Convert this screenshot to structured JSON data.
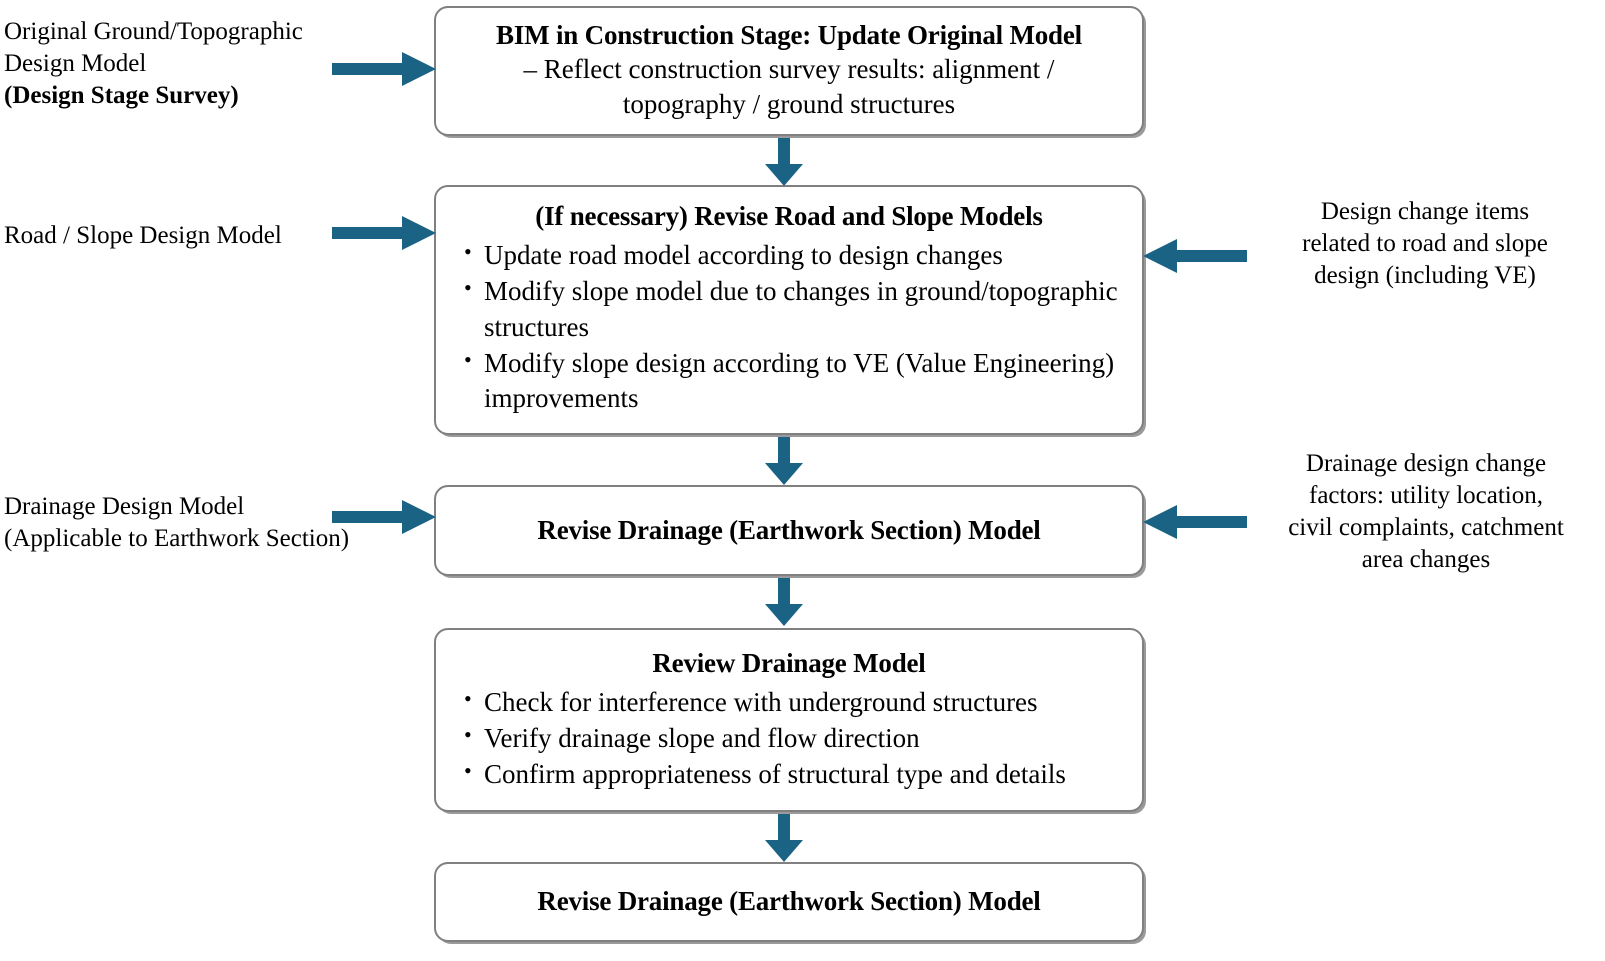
{
  "diagram": {
    "title": "BIM drainage model update workflow in construction stage",
    "accent_color": "#1A6384",
    "box_border_color": "#808080",
    "background_color": "#FFFFFF",
    "text_color": "#000000"
  },
  "boxes": [
    {
      "id": "box-update-original-model",
      "title": "BIM in Construction Stage: Update Original Model",
      "subtitle": "– Reflect construction survey results: alignment / topography / ground structures",
      "bullets": []
    },
    {
      "id": "box-revise-road-slope",
      "title": "(If necessary) Revise Road and Slope Models",
      "subtitle": "",
      "bullets": [
        "Update road model according to design changes",
        "Modify slope model due to changes in ground/topographic structures",
        "Modify slope design according to VE (Value Engineering) improvements"
      ]
    },
    {
      "id": "box-revise-drainage-1",
      "title": "Revise Drainage (Earthwork Section) Model",
      "subtitle": "",
      "bullets": []
    },
    {
      "id": "box-review-drainage",
      "title": "Review Drainage Model",
      "subtitle": "",
      "bullets": [
        "Check for interference with underground structures",
        "Verify drainage slope and flow direction",
        "Confirm appropriateness of structural type and details"
      ]
    },
    {
      "id": "box-revise-drainage-2",
      "title": "Revise Drainage (Earthwork Section) Model",
      "subtitle": "",
      "bullets": []
    }
  ],
  "left_inputs": [
    {
      "id": "input-original-ground-model",
      "lines": [
        "Original Ground/Topographic",
        "Design Model",
        "(Design Stage Survey)"
      ]
    },
    {
      "id": "input-road-slope-model",
      "lines": [
        "Road / Slope Design Model"
      ]
    },
    {
      "id": "input-drainage-design-model",
      "lines": [
        "Drainage Design Model",
        "(Applicable to Earthwork Section)"
      ]
    }
  ],
  "right_inputs": [
    {
      "id": "input-design-change-items",
      "lines": [
        "Design change items",
        "related to road and slope",
        "design (including VE)"
      ]
    },
    {
      "id": "input-drainage-change-factors",
      "lines": [
        "Drainage design change",
        "factors: utility location,",
        "civil complaints, catchment",
        "area changes"
      ]
    }
  ],
  "arrows": [
    {
      "id": "arrow-in-original-model",
      "direction": "right"
    },
    {
      "id": "arrow-in-road-slope",
      "direction": "right"
    },
    {
      "id": "arrow-in-drainage-design",
      "direction": "right"
    },
    {
      "id": "arrow-in-design-change-items",
      "direction": "left"
    },
    {
      "id": "arrow-in-drainage-change-factors",
      "direction": "left"
    },
    {
      "id": "arrow-flow-1-to-2",
      "direction": "down"
    },
    {
      "id": "arrow-flow-2-to-3",
      "direction": "down"
    },
    {
      "id": "arrow-flow-3-to-4",
      "direction": "down"
    },
    {
      "id": "arrow-flow-4-to-5",
      "direction": "down"
    }
  ]
}
